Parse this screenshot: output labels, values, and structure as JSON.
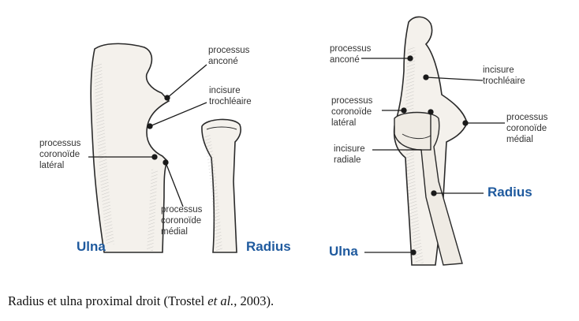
{
  "left_figure": {
    "labels": {
      "anconeal": [
        "processus",
        "anconé"
      ],
      "trochlear": [
        "incisure",
        "trochléaire"
      ],
      "lateral_coronoid": [
        "processus",
        "coronoïde",
        "latéral"
      ],
      "medial_coronoid": [
        "processus",
        "coronoïde",
        "médial"
      ]
    },
    "ulna_title": "Ulna",
    "radius_title": "Radius"
  },
  "right_figure": {
    "labels": {
      "anconeal": [
        "processus",
        "anconé"
      ],
      "trochlear": [
        "incisure",
        "trochléaire"
      ],
      "lateral_coronoid": [
        "processus",
        "coronoïde",
        "latéral"
      ],
      "radial_notch": [
        "incisure",
        "radiale"
      ],
      "medial_coronoid": [
        "processus",
        "coronoïde",
        "médial"
      ]
    },
    "radius_title": "Radius",
    "ulna_title": "Ulna"
  },
  "caption": {
    "before": "Radius et ulna proximal droit (Trostel ",
    "italic": "et al.",
    "after": ", 2003)."
  },
  "colors": {
    "title": "#1f5a9e",
    "bone_outline": "#2a2a2a",
    "bone_fill": "#f4f1ec",
    "leader": "#1a1a1a"
  }
}
